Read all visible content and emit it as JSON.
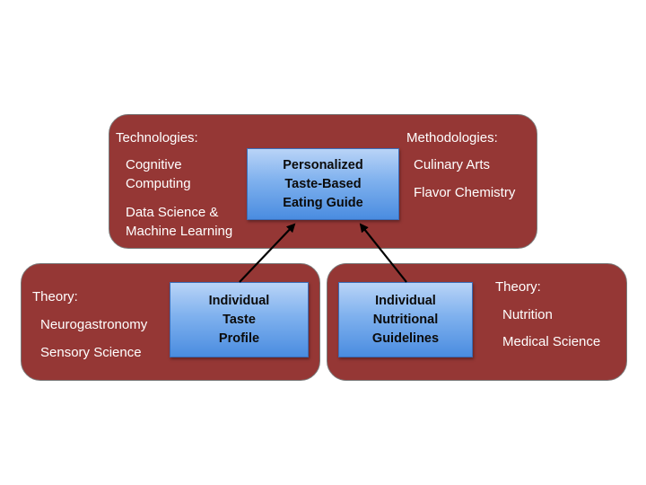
{
  "top": {
    "left_heading": "Technologies:",
    "left_items": [
      "Cognitive\nComputing",
      "Data Science &\nMachine Learning"
    ],
    "right_heading": "Methodologies:",
    "right_items": [
      "Culinary Arts",
      "Flavor Chemistry"
    ],
    "center_box": "Personalized\nTaste-Based\nEating Guide"
  },
  "bottom_left": {
    "heading": "Theory:",
    "items": [
      "Neurogastronomy",
      "Sensory Science"
    ],
    "box": "Individual\nTaste\nProfile"
  },
  "bottom_right": {
    "heading": "Theory:",
    "items": [
      "Nutrition",
      "Medical Science"
    ],
    "box": "Individual\nNutritional\nGuidelines"
  },
  "colors": {
    "panel": "#953735",
    "box_blue": "#4a8ce0",
    "arrow": "#000000"
  }
}
